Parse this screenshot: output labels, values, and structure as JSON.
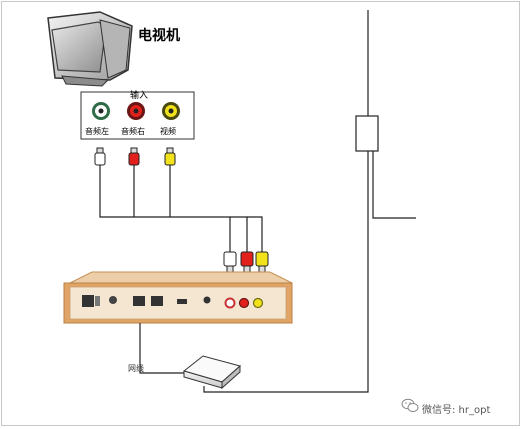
{
  "tv": {
    "label": "电视机"
  },
  "input_panel": {
    "title": "输入",
    "ports": [
      {
        "label": "音频左",
        "color": "#ffffff"
      },
      {
        "label": "音频右",
        "color": "#e3211c"
      },
      {
        "label": "视频",
        "color": "#f2e21b"
      }
    ]
  },
  "colors": {
    "plug_white": "#ffffff",
    "plug_red": "#e3211c",
    "plug_yellow": "#f2e21b",
    "box_body": "#f0dcc0",
    "box_trim": "#e0a467",
    "wire": "#222222"
  },
  "cable_label": "网线",
  "watermark": "微信号: hr_opt"
}
